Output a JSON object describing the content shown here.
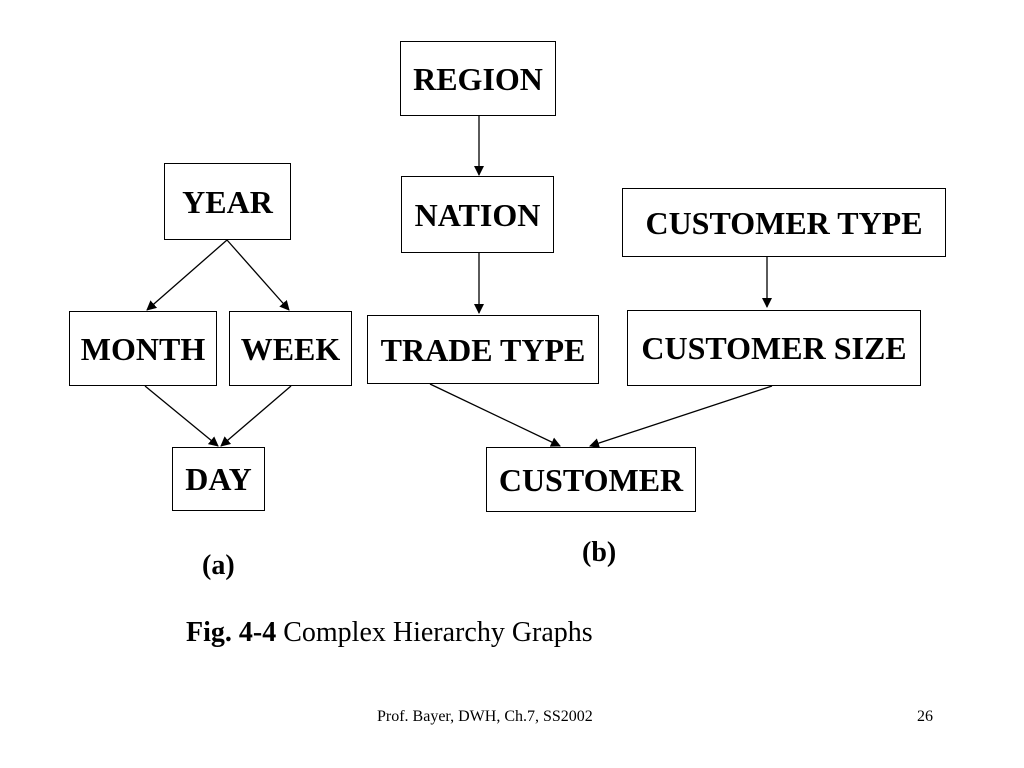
{
  "diagram_a": {
    "nodes": {
      "year": "YEAR",
      "month": "MONTH",
      "week": "WEEK",
      "day": "DAY"
    },
    "label": "(a)"
  },
  "diagram_b": {
    "nodes": {
      "region": "REGION",
      "nation": "NATION",
      "trade_type": "TRADE TYPE",
      "customer_type": "CUSTOMER TYPE",
      "customer_size": "CUSTOMER SIZE",
      "customer": "CUSTOMER"
    },
    "label": "(b)"
  },
  "edges": [
    {
      "from": "YEAR",
      "to": "MONTH"
    },
    {
      "from": "YEAR",
      "to": "WEEK"
    },
    {
      "from": "MONTH",
      "to": "DAY"
    },
    {
      "from": "WEEK",
      "to": "DAY"
    },
    {
      "from": "REGION",
      "to": "NATION"
    },
    {
      "from": "NATION",
      "to": "TRADE TYPE"
    },
    {
      "from": "CUSTOMER TYPE",
      "to": "CUSTOMER SIZE"
    },
    {
      "from": "TRADE TYPE",
      "to": "CUSTOMER"
    },
    {
      "from": "CUSTOMER SIZE",
      "to": "CUSTOMER"
    }
  ],
  "caption": {
    "fig_number": "Fig. 4-4",
    "text": " Complex Hierarchy Graphs"
  },
  "footer": {
    "credit": "Prof. Bayer, DWH, Ch.7, SS2002",
    "page_number": "26"
  },
  "colors": {
    "line": "#000000",
    "background": "#ffffff"
  }
}
